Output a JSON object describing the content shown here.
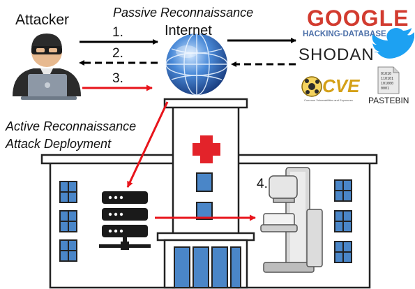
{
  "labels": {
    "attacker": "Attacker",
    "passive": "Passive Reconnaissance",
    "internet": "Internet",
    "step1": "1.",
    "step2": "2.",
    "step3": "3.",
    "step4": "4.",
    "active_line1": "Active Reconnaissance",
    "active_line2": "Attack Deployment"
  },
  "sources": {
    "google_line1": "GOOGLE",
    "google_line2": "HACKING-DATABASE",
    "shodan": "SHODAN",
    "cve": "CVE",
    "cve_sub": "Common Vulnerabilities and Exposures",
    "pastebin": "PASTEBIN",
    "pastebin_bits": [
      "01010",
      "110101",
      "101000",
      "0001"
    ]
  },
  "icons": {
    "attacker": "hacker-laptop-icon",
    "internet": "globe-icon",
    "server": "server-rack-icon",
    "device": "mammography-machine-icon",
    "building": "hospital-building-icon",
    "twitter": "twitter-bird-icon",
    "pastebin": "pastebin-document-icon"
  },
  "colors": {
    "red_arrow": "#e8141b",
    "black_arrow": "#000000",
    "google_blue": "#4a6ea8",
    "google_red": "#d23b2f",
    "twitter": "#1da1f2",
    "cve_gold": "#d4a017"
  }
}
